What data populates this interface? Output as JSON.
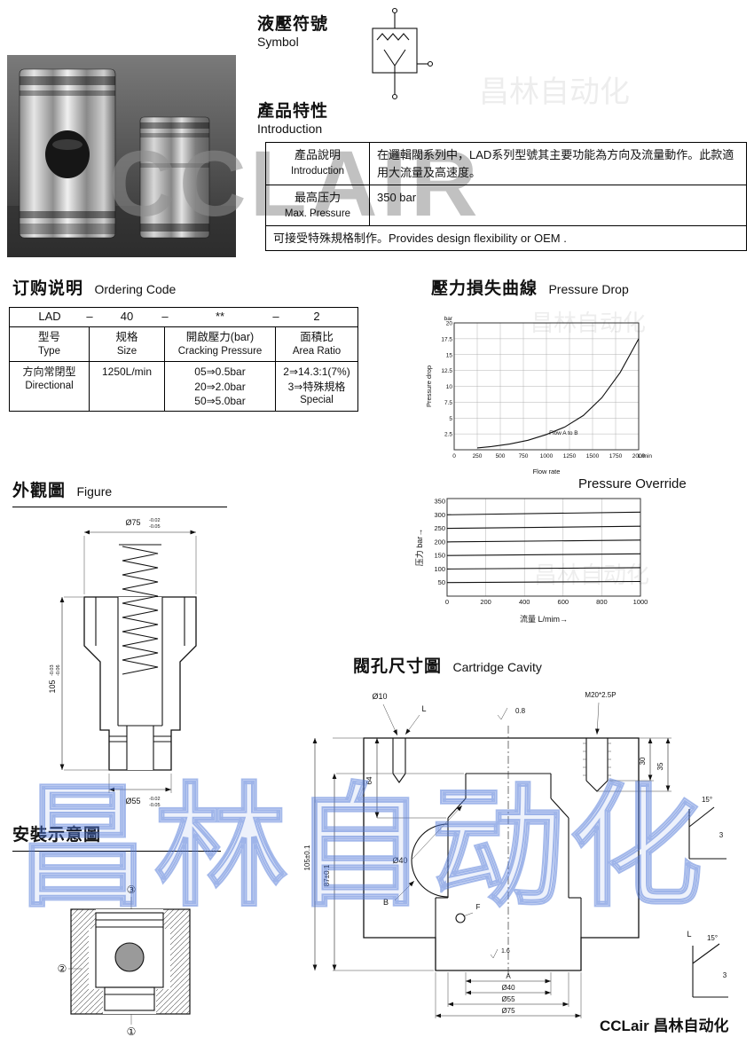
{
  "watermarks": {
    "brand_en": "CCLAIR",
    "brand_cn": "昌林自动化"
  },
  "sections": {
    "symbol": {
      "title_zh": "液壓符號",
      "title_en": "Symbol"
    },
    "intro": {
      "title_zh": "產品特性",
      "title_en": "Introduction",
      "r1_label_zh": "產品說明",
      "r1_label_en": "Introduction",
      "r1_value": "在邏輯閥系列中，LAD系列型號其主要功能為方向及流量動作。此款適用大流量及高速度。",
      "r2_label_zh": "最高压力",
      "r2_label_en": "Max. Pressure",
      "r2_value": "350 bar",
      "r3_value": "可接受特殊規格制作。Provides design flexibility or OEM ."
    },
    "ordering": {
      "title_zh": "订购说明",
      "title_en": "Ordering Code",
      "code_1": "LAD",
      "code_2": "40",
      "code_3": "**",
      "code_4": "2",
      "dash": "–",
      "col1_zh": "型号",
      "col1_en": "Type",
      "col2_zh": "规格",
      "col2_en": "Size",
      "col3_zh": "開啟壓力(bar)",
      "col3_en": "Cracking Pressure",
      "col4_zh": "面積比",
      "col4_en": "Area Ratio",
      "cell1_zh": "方向常閉型",
      "cell1_en": "Directional",
      "cell2": "1250L/min",
      "c3_1": "05⇒0.5bar",
      "c3_2": "20⇒2.0bar",
      "c3_3": "50⇒5.0bar",
      "c4_1": "2⇒14.3:1(7%)",
      "c4_2": "3⇒特殊規格",
      "c4_3": "Special"
    },
    "pressure_drop": {
      "title_zh": "壓力損失曲線",
      "title_en": "Pressure Drop"
    },
    "figure": {
      "title_zh": "外觀圖",
      "title_en": "Figure",
      "dims": {
        "top": "Ø75",
        "top_tu": "-0.02",
        "top_tl": "-0.05",
        "height": "105",
        "height_tu": "-0.03",
        "height_tl": "-0.06",
        "bottom": "Ø55",
        "bottom_tu": "-0.02",
        "bottom_tl": "-0.05"
      }
    },
    "pressure_override": {
      "title_en": "Pressure Override"
    },
    "cavity": {
      "title_zh": "閥孔尺寸圖",
      "title_en": "Cartridge Cavity",
      "labels": {
        "hole_top": "Ø10",
        "port_l": "L",
        "finish_top": "0.8",
        "thread": "M20*2.5P",
        "depth_thread": "30",
        "depth_hole": "35",
        "dim_64": "64",
        "bore_d40": "Ø40",
        "dim_h105": "105±0.1",
        "dim_h87": "87±0.1",
        "port_b": "B",
        "port_f": "F",
        "finish_f": "1.6",
        "port_a": "A",
        "d40": "Ø40",
        "d55": "Ø55",
        "d75": "Ø75",
        "angle": "15°",
        "chamfer": "3",
        "detail_l": "L"
      }
    },
    "installation": {
      "title_zh": "安裝示意圖",
      "c1": "①",
      "c2": "②",
      "c3": "③"
    }
  },
  "chart_data": [
    {
      "type": "line",
      "title": "Pressure Drop",
      "xlabel": "Flow rate",
      "x_unit": "L/min",
      "ylabel": "Pressure drop",
      "y_unit": "bar",
      "x_ticks": [
        0,
        250,
        500,
        750,
        1000,
        1250,
        1500,
        1750,
        2000
      ],
      "y_ticks": [
        2.5,
        5,
        7.5,
        10,
        12.5,
        15,
        17.5,
        20
      ],
      "xlim": [
        0,
        2000
      ],
      "ylim": [
        0,
        20
      ],
      "grid_h": true,
      "annotation": "Flow A to B",
      "annotation_xy": [
        1030,
        2.4
      ],
      "series": [
        {
          "name": "Flow A to B",
          "x": [
            250,
            400,
            600,
            800,
            1000,
            1200,
            1400,
            1600,
            1800,
            2000
          ],
          "y": [
            0.3,
            0.5,
            0.9,
            1.5,
            2.4,
            3.6,
            5.4,
            8.2,
            12.2,
            17.5
          ]
        }
      ]
    },
    {
      "type": "line",
      "title": "Pressure Override",
      "xlabel": "流量 L/mim→",
      "ylabel": "压力 bar→",
      "x_ticks": [
        0,
        200,
        400,
        600,
        800,
        1000
      ],
      "y_ticks": [
        50,
        100,
        150,
        200,
        250,
        300,
        350
      ],
      "xlim": [
        0,
        1000
      ],
      "ylim": [
        0,
        360
      ],
      "grid_h": false,
      "series": [
        {
          "name": "300 bar",
          "x": [
            0,
            1000
          ],
          "y": [
            300,
            310
          ]
        },
        {
          "name": "250 bar",
          "x": [
            0,
            1000
          ],
          "y": [
            250,
            258
          ]
        },
        {
          "name": "200 bar",
          "x": [
            0,
            1000
          ],
          "y": [
            200,
            207
          ]
        },
        {
          "name": "150 bar",
          "x": [
            0,
            1000
          ],
          "y": [
            150,
            156
          ]
        },
        {
          "name": "100 bar",
          "x": [
            0,
            1000
          ],
          "y": [
            100,
            105
          ]
        },
        {
          "name": "50 bar",
          "x": [
            0,
            1000
          ],
          "y": [
            50,
            54
          ]
        }
      ]
    }
  ],
  "footer": {
    "brand": "CCLair 昌林自动化"
  }
}
